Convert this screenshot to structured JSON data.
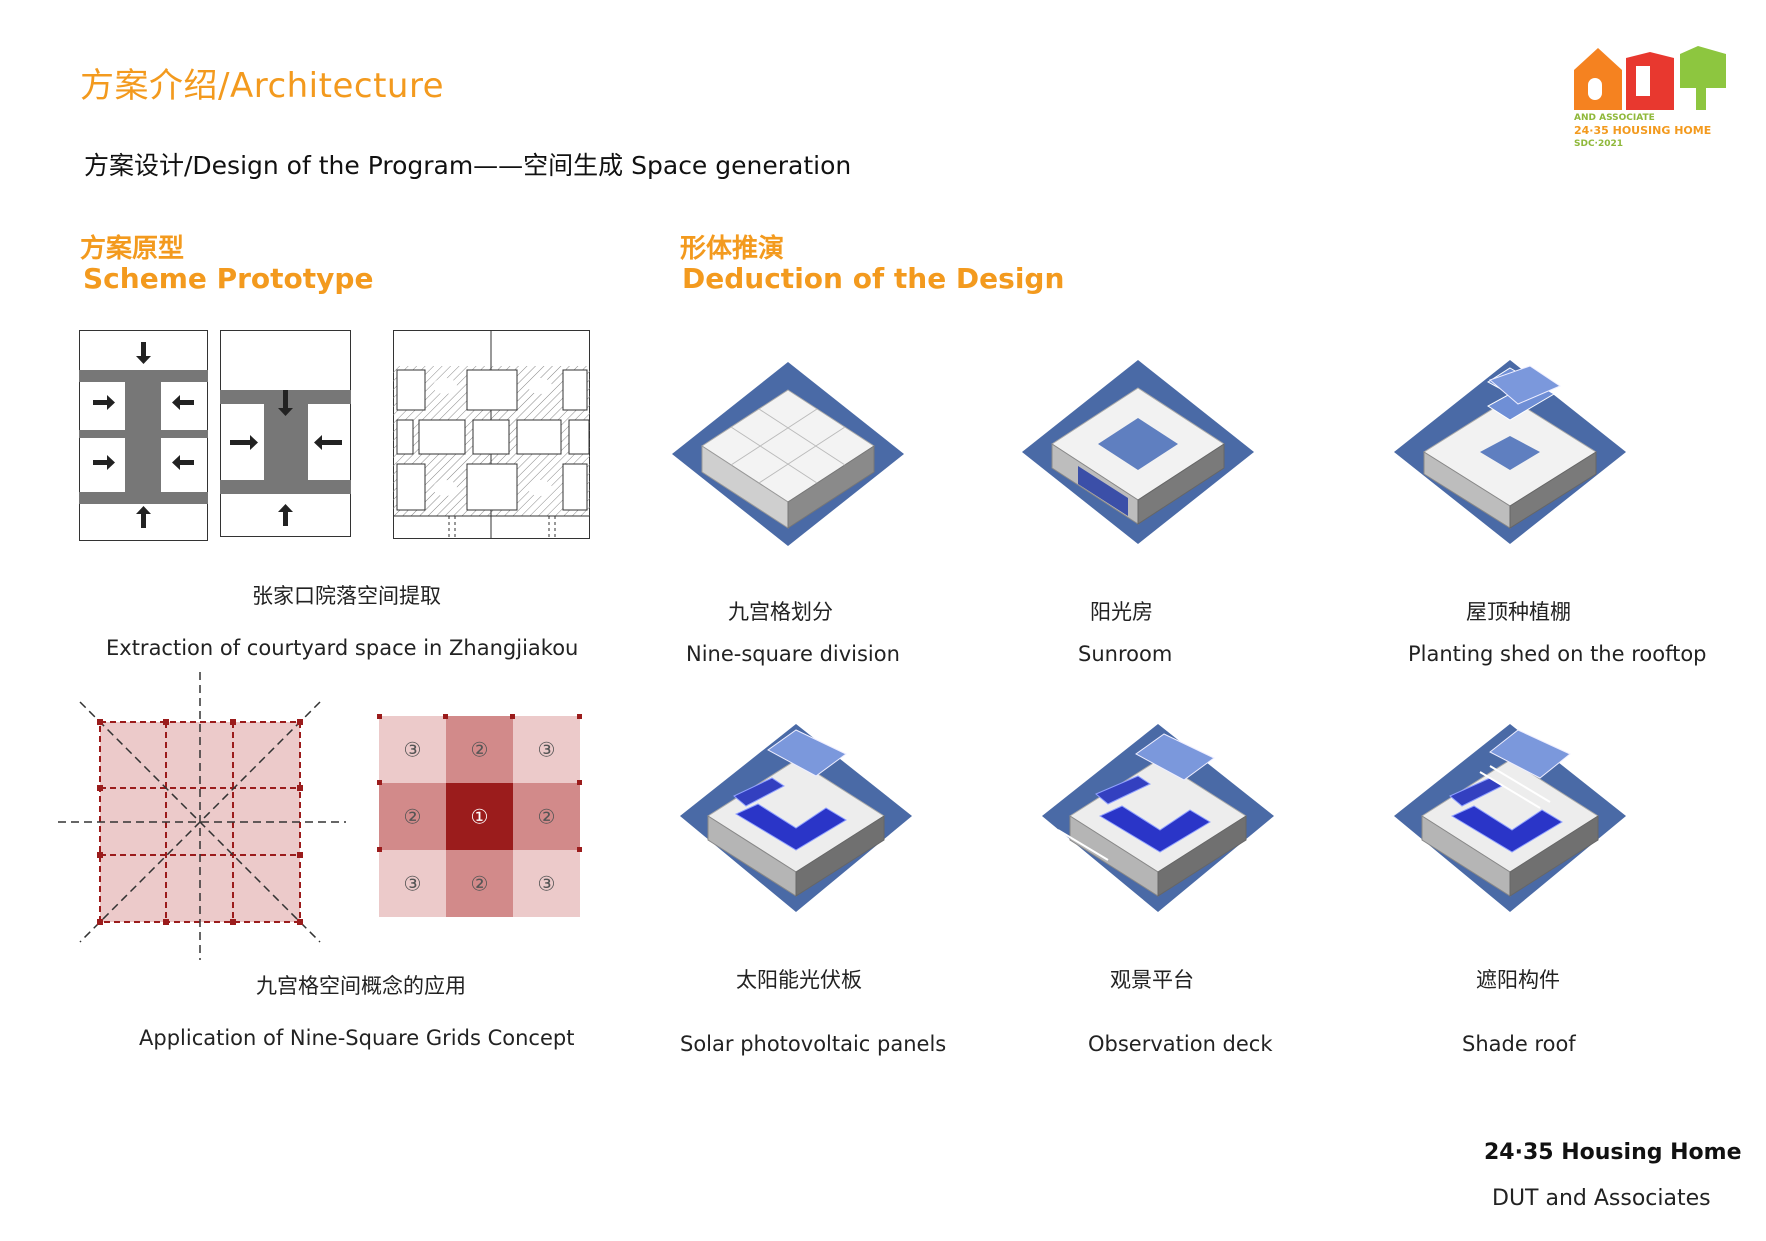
{
  "header": {
    "title": "方案介绍/Architecture",
    "subtitle": "方案设计/Design of the Program——空间生成  Space generation"
  },
  "logo": {
    "line1": "AND ASSOCIATE",
    "line2": "24·35  HOUSING HOME",
    "line3": "SDC·2021",
    "colors": {
      "orange": "#f58220",
      "red": "#e8382f",
      "green": "#8dc63f"
    }
  },
  "sections": {
    "prototype": {
      "title_zh": "方案原型",
      "title_en": "Scheme Prototype"
    },
    "deduction": {
      "title_zh": "形体推演",
      "title_en": "Deduction of the Design"
    }
  },
  "prototype": {
    "extraction": {
      "caption_zh": "张家口院落空间提取",
      "caption_en": "Extraction of courtyard space in Zhangjiakou"
    },
    "ninegrid": {
      "caption_zh": "九宫格空间概念的应用",
      "caption_en": "Application of Nine-Square Grids Concept",
      "cells": [
        "③",
        "②",
        "③",
        "②",
        "①",
        "②",
        "③",
        "②",
        "③"
      ]
    }
  },
  "steps": [
    {
      "zh": "九宫格划分",
      "en": "Nine-square division"
    },
    {
      "zh": "阳光房",
      "en": "Sunroom"
    },
    {
      "zh": "屋顶种植棚",
      "en": "Planting shed on the rooftop"
    },
    {
      "zh": "太阳能光伏板",
      "en": "Solar photovoltaic panels"
    },
    {
      "zh": "观景平台",
      "en": "Observation deck"
    },
    {
      "zh": "遮阳构件",
      "en": "Shade roof"
    }
  ],
  "footer": {
    "line1": "24·35 Housing Home",
    "line2": "DUT and Associates"
  },
  "colors": {
    "accent": "#f39a1e",
    "site_blue": "#4a6aa6",
    "cell_dark": "#9b1c1c",
    "cell_mid": "#d28a8a",
    "cell_light": "#eccaca"
  }
}
